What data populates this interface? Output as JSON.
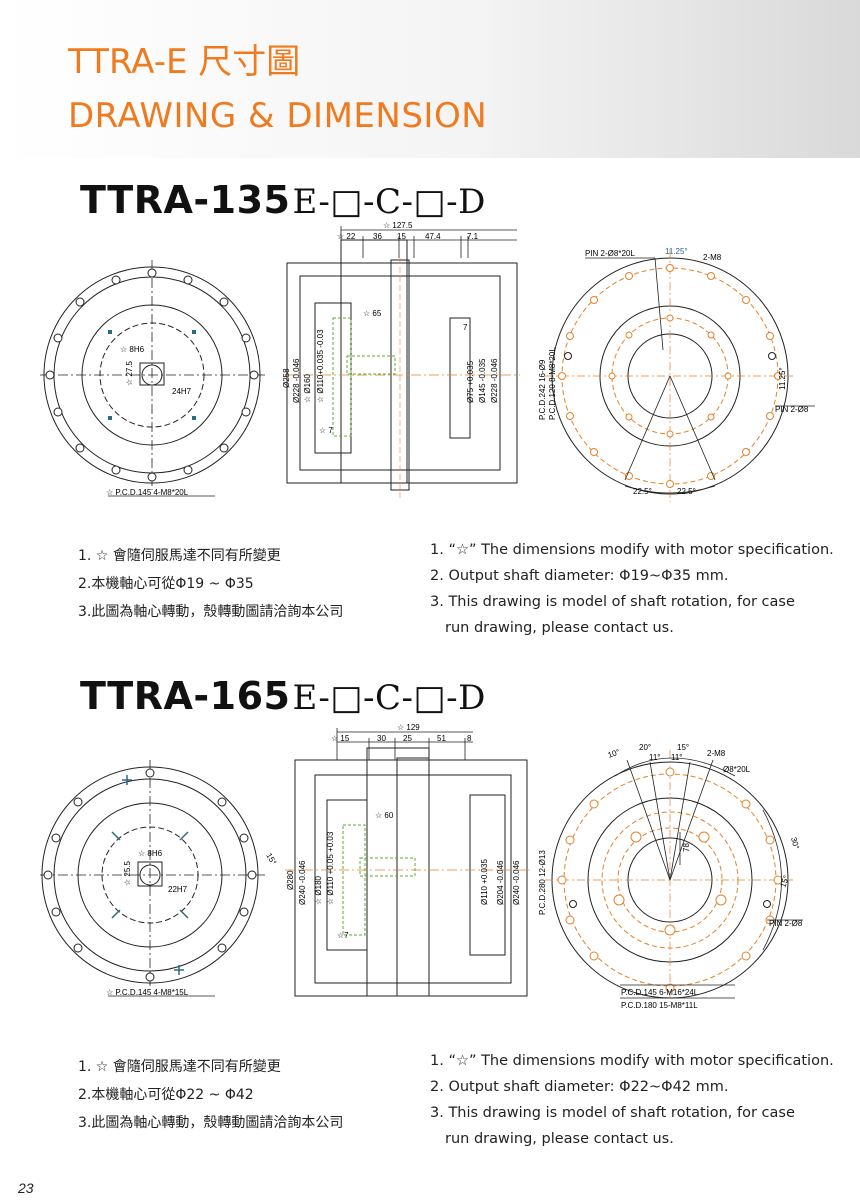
{
  "header": {
    "title_cn": "TTRA-E 尺寸圖",
    "title_en": "DRAWING & DIMENSION"
  },
  "sections": [
    {
      "model_bold": "TTRA-135",
      "model_rest": "E-□-C-□-D",
      "front": {
        "pcd": "☆ P.C.D.145 4-M8*20L",
        "key": "☆ 8H6",
        "depth": "☆ 27.5",
        "hole": "24H7"
      },
      "side": {
        "top": [
          "☆ 127.5",
          "☆ 22",
          "36",
          "15",
          "47.4",
          "7.1"
        ],
        "small": [
          "☆ 65",
          "7",
          "☆ 7"
        ],
        "left_dims": [
          "Ø258",
          "Ø228 -0.046",
          "☆ Ø160",
          "☆ Ø110+0.035 -0.03"
        ],
        "right_dims": [
          "Ø75 +0.035",
          "Ø145 -0.035",
          "Ø228 -0.046"
        ]
      },
      "rear": {
        "pin_top": "PIN 2-Ø8*20L",
        "angle_top": "11.25°",
        "tap": "2-M8",
        "pcd_left_1": "P.C.D.242 16-Ø9",
        "pcd_left_2": "P.C.D.120 8-M8*20L",
        "angle_right": "11.25°",
        "pin_right": "PIN 2-Ø8",
        "angle_b1": "22.5°",
        "angle_b2": "22.5°"
      },
      "notes_cn": [
        "1. ☆ 會隨伺服馬達不同有所變更",
        "2.本機軸心可從Φ19 ~ Φ35",
        "3.此圖為軸心轉動，殼轉動圖請洽詢本公司"
      ],
      "notes_en": [
        "1. “☆” The dimensions modify with motor specification.",
        "2. Output shaft diameter: Φ19~Φ35 mm.",
        "3. This drawing is model of shaft rotation, for case",
        "run drawing, please contact us."
      ]
    },
    {
      "model_bold": "TTRA-165",
      "model_rest": "E-□-C-□-D",
      "front": {
        "pcd": "☆ P.C.D.145 4-M8*15L",
        "key": "☆ 8H6",
        "depth": "☆ 25.5",
        "hole": "22H7",
        "angle": "15°"
      },
      "side": {
        "top": [
          "☆ 129",
          "☆ 15",
          "30",
          "25",
          "51",
          "8"
        ],
        "small": [
          "☆ 60",
          "☆7"
        ],
        "left_dims": [
          "Ø280",
          "Ø240 -0.046",
          "☆ Ø180",
          "☆ Ø110 +0.05 +0.03"
        ],
        "right_dims": [
          "Ø110 +0.035",
          "Ø204 -0.046",
          "Ø240 -0.046"
        ]
      },
      "rear": {
        "angle_a": "10°",
        "angle_b": "20°",
        "angle_c": "11°",
        "angle_d": "11°",
        "angle_e": "15°",
        "tap": "2-M8",
        "pin_top": "Ø8*20L",
        "pcd_left": "P.C.D.280 12-Ø13",
        "dim_78": "78",
        "angle_30": "30°",
        "angle_15": "15°",
        "pin_right": "PIN 2-Ø8",
        "pcd_b1": "P.C.D.145 6-M16*24L",
        "pcd_b2": "P.C.D.180 15-M8*11L"
      },
      "notes_cn": [
        "1. ☆ 會隨伺服馬達不同有所變更",
        "2.本機軸心可從Φ22 ~ Φ42",
        "3.此圖為軸心轉動，殼轉動圖請洽詢本公司"
      ],
      "notes_en": [
        "1. “☆” The dimensions modify with motor specification.",
        "2. Output shaft diameter: Φ22~Φ42 mm.",
        "3. This drawing is model of shaft rotation, for case",
        "run drawing, please contact us."
      ]
    }
  ],
  "page_number": "23"
}
